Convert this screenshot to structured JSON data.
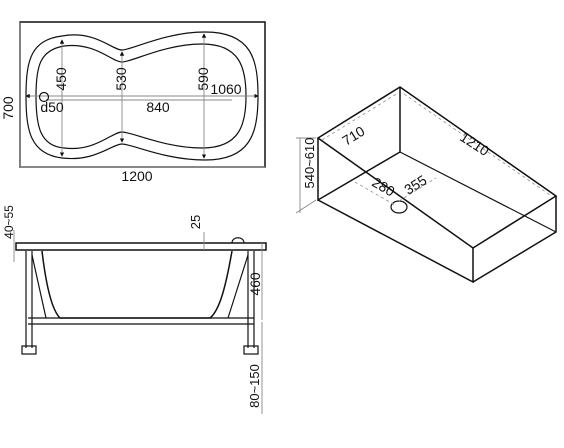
{
  "top_view": {
    "length": "1200",
    "width": "700",
    "overall_inner": "1060",
    "inner_length": "840",
    "drain": "d50",
    "width_left": "450",
    "width_middle": "530",
    "width_right": "590"
  },
  "iso_view": {
    "length": "1210",
    "depth": "710",
    "height": "540~610",
    "drain_x": "280",
    "drain_y": "355"
  },
  "side_view": {
    "rim_height": "40~55",
    "overflow_offset": "25",
    "tub_depth": "460",
    "leg_height": "80~150"
  }
}
